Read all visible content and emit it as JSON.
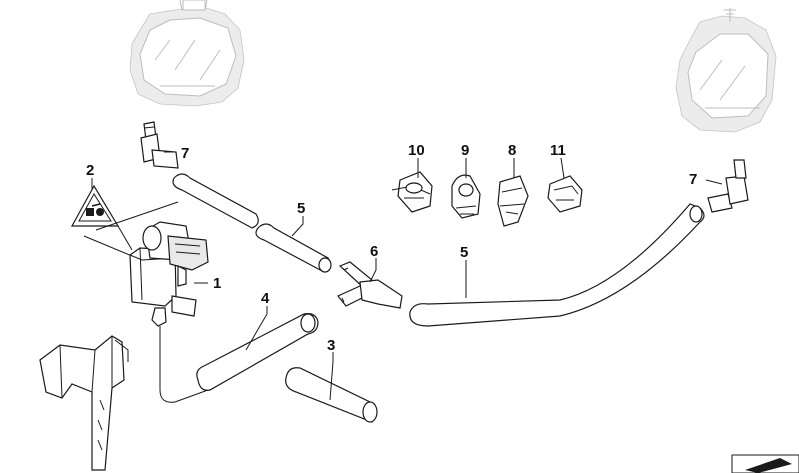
{
  "callouts": {
    "c1": "1",
    "c2": "2",
    "c3": "3",
    "c4": "4",
    "c5a": "5",
    "c5b": "5",
    "c6": "6",
    "c7a": "7",
    "c7b": "7",
    "c8": "8",
    "c9": "9",
    "c10": "10",
    "c11": "11"
  },
  "icons": {
    "warning_label": "warning-triangle-icon",
    "corner_symbol": "wedge-corner-icon"
  }
}
